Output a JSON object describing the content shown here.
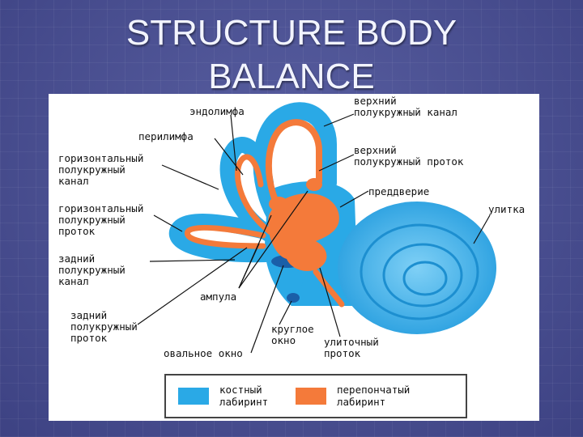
{
  "title": {
    "line1": "STRUCTURE BODY",
    "line2": "BALANCE"
  },
  "diagram": {
    "labels": {
      "endolymph": "эндолимфа",
      "perilymph": "перилимфа",
      "upper_canal": [
        "верхний",
        "полукружный канал"
      ],
      "upper_duct": [
        "верхний",
        "полукружный проток"
      ],
      "horizontal_canal": [
        "горизонтальный",
        "полукружный",
        "канал"
      ],
      "vestibule": "преддверие",
      "horizontal_duct": [
        "горизонтальный",
        "полукружный",
        "проток"
      ],
      "cochlea": "улитка",
      "posterior_canal": [
        "задний",
        "полукружный",
        "канал"
      ],
      "ampulla": "ампула",
      "posterior_duct": [
        "задний",
        "полукружный",
        "проток"
      ],
      "round_window": [
        "круглое",
        "окно"
      ],
      "cochlear_duct": [
        "улиточный",
        "проток"
      ],
      "oval_window": "овальное окно"
    },
    "legend": [
      {
        "line1": "костный",
        "line2": "лабиринт",
        "color": "#2aa9e6"
      },
      {
        "line1": "перепончатый",
        "line2": "лабиринт",
        "color": "#f47a3a"
      }
    ],
    "colors": {
      "bony": "#2aa9e6",
      "membranous": "#f47a3a",
      "leader": "#111111"
    }
  }
}
